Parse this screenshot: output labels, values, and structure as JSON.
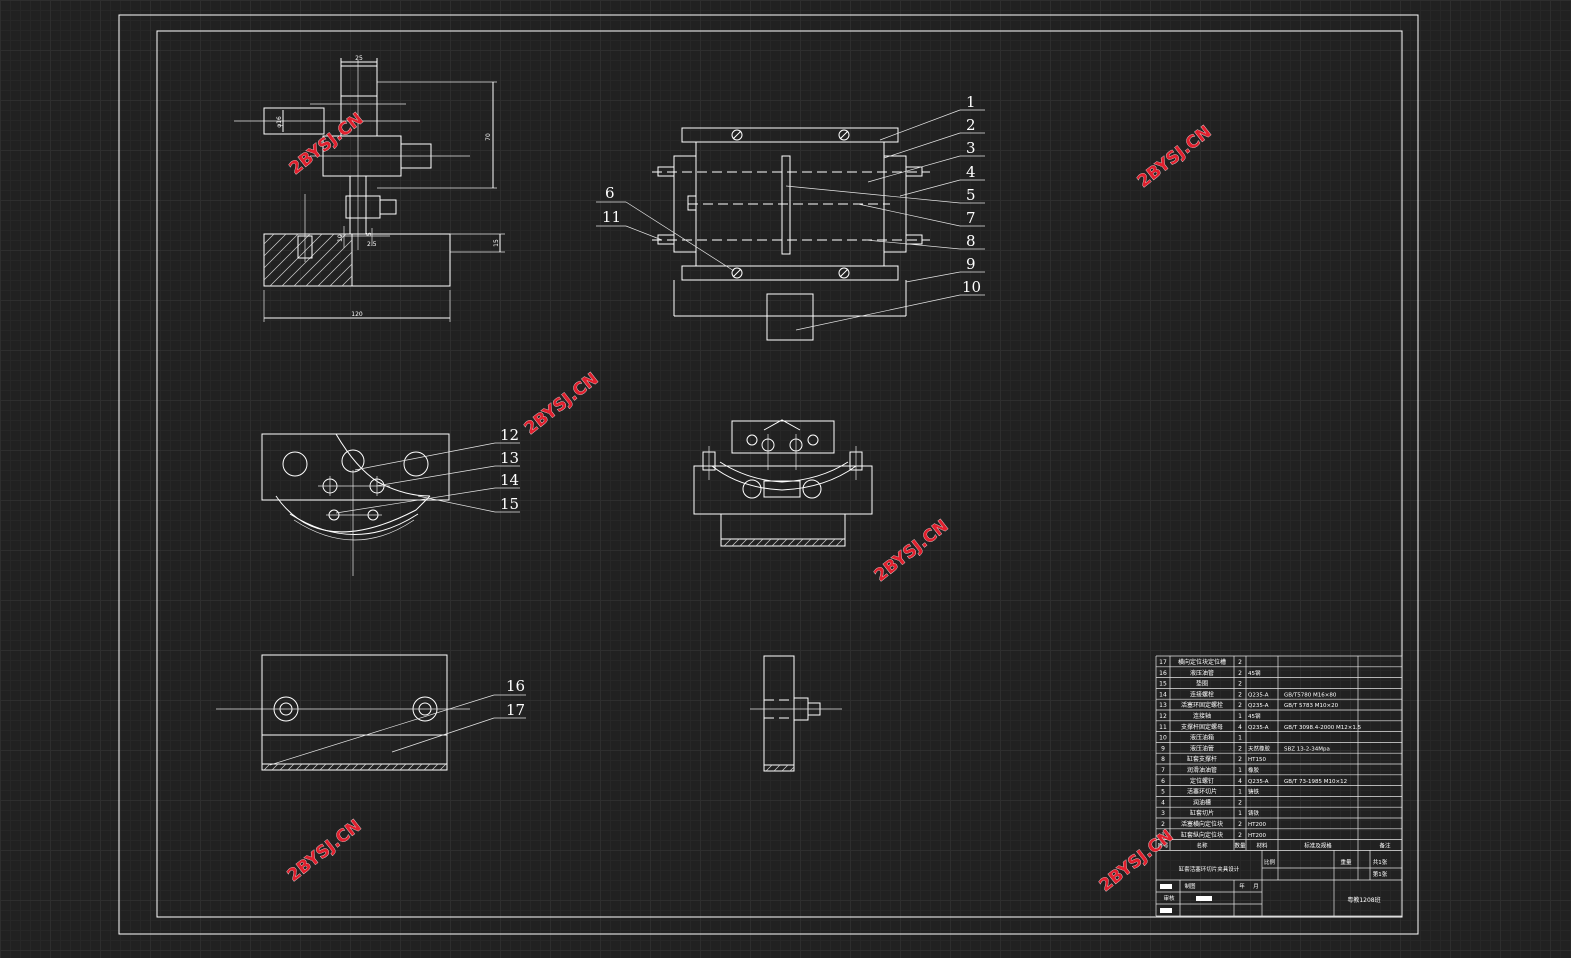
{
  "drawing": {
    "title": "缸套活塞环切片夹具设计",
    "drawing_no": "粤教1208班",
    "dimensions": {
      "d_top": "25",
      "d_side": "70",
      "d_dia": "φ16",
      "d_a": "10",
      "d_b": "5",
      "d_c": "2.5",
      "d_base": "120",
      "d_right": "15"
    },
    "balloons": [
      "1",
      "2",
      "3",
      "4",
      "5",
      "6",
      "7",
      "8",
      "9",
      "10",
      "11",
      "12",
      "13",
      "14",
      "15",
      "16",
      "17"
    ],
    "watermark": "2BYSJ.CN"
  },
  "bom": {
    "rows": [
      {
        "no": "17",
        "name": "横向定位块定位槽",
        "qty": "2",
        "material": "",
        "standard": "",
        "note": ""
      },
      {
        "no": "16",
        "name": "液压油管",
        "qty": "2",
        "material": "45钢",
        "standard": "",
        "note": ""
      },
      {
        "no": "15",
        "name": "垫圈",
        "qty": "2",
        "material": "",
        "standard": "",
        "note": ""
      },
      {
        "no": "14",
        "name": "连接螺栓",
        "qty": "2",
        "material": "Q235-A",
        "standard": "GB/T5780 M16×80",
        "note": ""
      },
      {
        "no": "13",
        "name": "活塞环固定螺栓",
        "qty": "2",
        "material": "Q235-A",
        "standard": "GB/T 5783 M10×20",
        "note": ""
      },
      {
        "no": "12",
        "name": "连接轴",
        "qty": "1",
        "material": "45钢",
        "standard": "",
        "note": ""
      },
      {
        "no": "11",
        "name": "支撑杆固定螺母",
        "qty": "4",
        "material": "Q235-A",
        "standard": "GB/T 3098.4-2000 M12×1.5",
        "note": ""
      },
      {
        "no": "10",
        "name": "液压油箱",
        "qty": "1",
        "material": "",
        "standard": "",
        "note": ""
      },
      {
        "no": "9",
        "name": "液压油管",
        "qty": "2",
        "material": "天然橡胶",
        "standard": "SBZ 13-2-34Mpa",
        "note": ""
      },
      {
        "no": "8",
        "name": "缸套支撑杆",
        "qty": "2",
        "material": "HT150",
        "standard": "",
        "note": ""
      },
      {
        "no": "7",
        "name": "润滑油油管",
        "qty": "1",
        "material": "橡胶",
        "standard": "",
        "note": ""
      },
      {
        "no": "6",
        "name": "定位螺钉",
        "qty": "4",
        "material": "Q235-A",
        "standard": "GB/T 73-1985 M10×12",
        "note": ""
      },
      {
        "no": "5",
        "name": "活塞环切片",
        "qty": "1",
        "material": "铸铁",
        "standard": "",
        "note": ""
      },
      {
        "no": "4",
        "name": "润油槽",
        "qty": "2",
        "material": "",
        "standard": "",
        "note": ""
      },
      {
        "no": "3",
        "name": "缸套切片",
        "qty": "1",
        "material": "铸铁",
        "standard": "",
        "note": ""
      },
      {
        "no": "2",
        "name": "活塞横向定位块",
        "qty": "2",
        "material": "HT200",
        "standard": "",
        "note": ""
      },
      {
        "no": "1",
        "name": "缸套纵向定位块",
        "qty": "2",
        "material": "HT200",
        "standard": "",
        "note": ""
      }
    ],
    "header": {
      "no": "序号",
      "name": "名称",
      "qty": "数量",
      "material": "材料",
      "standard": "标准及规格",
      "note": "备注"
    },
    "title_block": {
      "scale_label": "比例",
      "weight_label": "重量",
      "sheet1": "共1张",
      "sheet2": "第1张",
      "designer_label": "制图",
      "checker_label": "审核",
      "year_label": "年",
      "month_label": "月"
    }
  }
}
